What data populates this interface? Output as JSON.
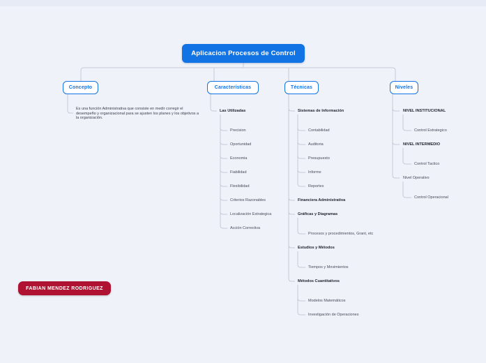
{
  "colors": {
    "accent_blue": "#1274e4",
    "badge_red": "#b01331",
    "background": "#eff2f9",
    "connector_gray": "#c6cbd7"
  },
  "root": {
    "label": "Aplicacion Procesos de Control"
  },
  "branches": {
    "concepto": {
      "label": "Concepto",
      "description": "Es una función Administrativa que consiste en medir corregir el desempeño y organizacional para se ajusten los planes y los objetivos a la organización."
    },
    "caracteristicas": {
      "label": "Características",
      "group_label": "Las Utilizadas",
      "items": [
        "Precision",
        "Oportunidad",
        "Economia",
        "Fiabilidad",
        "Flexibilidad",
        "Criterios Razonables",
        "Localización Estrategica",
        "Acción Correctiva"
      ]
    },
    "tecnicas": {
      "label": "Técnicas",
      "sections": [
        {
          "label": "Sistemas de Información",
          "items": [
            "Contabilidad",
            "Auditoria",
            "Presupuesto",
            "Informe",
            "Reportes"
          ]
        },
        {
          "label": "Financiera Administrativa",
          "items": []
        },
        {
          "label": "Gráficas y Diagramas",
          "items": [
            "Procesos y procedimientos, Grant, etc"
          ]
        },
        {
          "label": "Estudios y Métodos",
          "items": [
            "Tiempos y Movimientos"
          ]
        },
        {
          "label": "Métodos Cuantitativos",
          "items": [
            "Modelos Matemáticos",
            "Investigación de Operaciones"
          ]
        }
      ]
    },
    "niveles": {
      "label": "Niveles",
      "sections": [
        {
          "label": "NIVEL INSTITUCIONAL",
          "items": [
            "Control Estrategico"
          ]
        },
        {
          "label": "NIVEL INTERMEDIO",
          "items": [
            "Control Tactico"
          ]
        },
        {
          "label": "Nivel Operativo",
          "items": [
            "Control Operacional"
          ]
        }
      ]
    }
  },
  "author_badge": {
    "label": "FABIAN MENDEZ RODRIGUEZ"
  }
}
